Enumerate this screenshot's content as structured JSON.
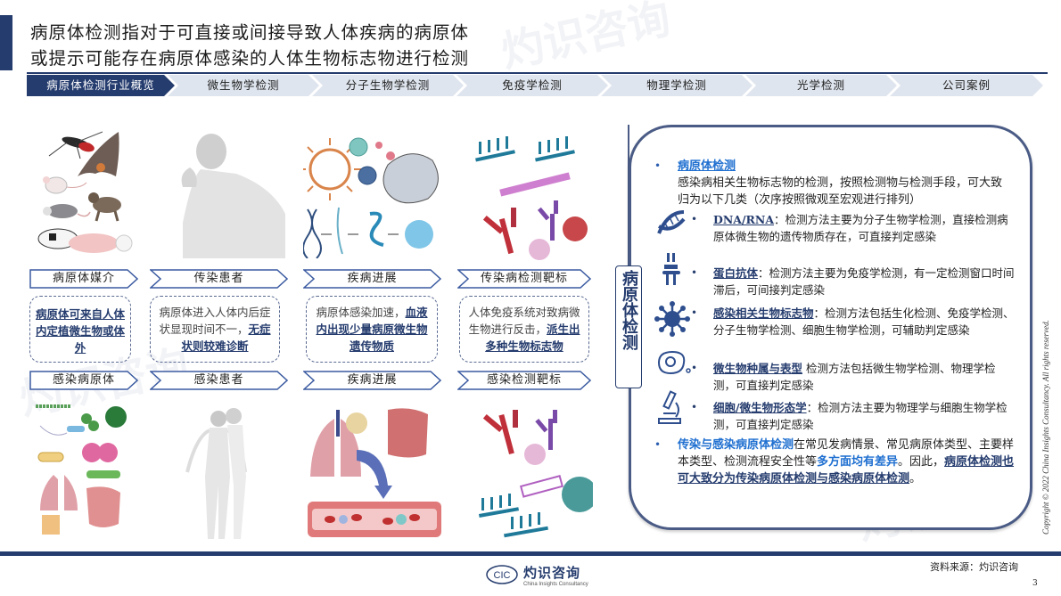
{
  "header": {
    "title_line1": "病原体检测指对于可直接或间接导致人体疾病的病原体",
    "title_line2": "或提示可能存在病原体感染的人体生物标志物进行检测"
  },
  "nav": {
    "tabs": [
      {
        "label": "病原体检测行业概览",
        "active": true
      },
      {
        "label": "微生物学检测",
        "active": false
      },
      {
        "label": "分子生物学检测",
        "active": false
      },
      {
        "label": "免疫学检测",
        "active": false
      },
      {
        "label": "物理学检测",
        "active": false
      },
      {
        "label": "光学检测",
        "active": false
      },
      {
        "label": "公司案例",
        "active": false
      }
    ]
  },
  "columns": [
    {
      "top_label": "病原体媒介",
      "desc_plain": "",
      "desc_highlight": "病原体可来自人体内定植微生物或体外",
      "bottom_label": "感染病原体",
      "top_image": "animal-vectors-illustration",
      "bottom_image": "pathogens-and-organs-illustration"
    },
    {
      "top_label": "传染患者",
      "desc_plain": "病原体进入人体内后症状显现时间不一，",
      "desc_highlight": "无症状则较难诊断",
      "bottom_label": "感染患者",
      "top_image": "coughing-patient-illustration",
      "bottom_image": "human-body-illustration"
    },
    {
      "top_label": "疾病进展",
      "desc_plain": "病原体感染加速，",
      "desc_highlight": "血液内出现少量病原微生物遗传物质",
      "bottom_label": "疾病进展",
      "top_image": "virus-dna-protein-illustration",
      "bottom_image": "organs-to-bloodstream-illustration"
    },
    {
      "top_label": "传染病检测靶标",
      "desc_plain": "人体免疫系统对致病微生物进行反击，",
      "desc_highlight": "派生出多种生物标志物",
      "bottom_label": "感染检测靶标",
      "top_image": "antibodies-biomarkers-illustration",
      "bottom_image": "antibodies-biomarkers-illustration-2"
    }
  ],
  "panel": {
    "vertical_label": "病原体检测",
    "main_heading": "病原体检测",
    "main_text": "感染病相关生物标志物的检测，按照检测物与检测手段，可大致归为以下几类（次序按照微观至宏观进行排列）",
    "items": [
      {
        "icon": "dna-icon",
        "term": "DNA/RNA",
        "sep": "：",
        "text": "检测方法主要为分子生物学检测，直接检测病原体微生物的遗传物质存在，可直接判定感染"
      },
      {
        "icon": "antibody-icon",
        "term": "蛋白抗体",
        "sep": "：",
        "text": "检测方法主要为免疫学检测，有一定检测窗口时间滞后，可间接判定感染"
      },
      {
        "icon": "virus-icon",
        "term": "感染相关生物标志物",
        "sep": "：",
        "text": "检测方法包括生化检测、免疫学检测、分子生物学检测、细胞生物学检测，可辅助判定感染"
      },
      {
        "icon": "cell-icon",
        "term": "微生物种属与表型",
        "sep": "  ",
        "text": "检测方法包括微生物学检测、物理学检测，可直接判定感染"
      },
      {
        "icon": "microscope-icon",
        "term": "细胞/微生物形态学",
        "sep": "：",
        "text": "检测方法主要为物理学与细胞生物学检测，可直接判定感染"
      }
    ],
    "second_heading": "传染与感染病原体检测",
    "second_text_1": "在常见发病情景、常见病原体类型、主要样本类型、检测流程安全性等",
    "second_highlight": "多方面均有差异",
    "second_text_2": "。因此，",
    "second_conclusion": "病原体检测也可大致分为传染病原体检测与感染病原体检测",
    "second_end": "。"
  },
  "footer": {
    "copyright": "Copyright © 2022 China Insights Consultancy. All rights reserved.",
    "logo_abbr": "CIC",
    "logo_cn": "灼识咨询",
    "logo_en": "China Insights Consultancy",
    "source": "资料来源：灼识咨询",
    "page_number": "3"
  },
  "colors": {
    "navy": "#253c6e",
    "nav_bg": "#dfe5ee",
    "link_blue": "#1f6fd0",
    "panel_border": "#4a5b85"
  }
}
